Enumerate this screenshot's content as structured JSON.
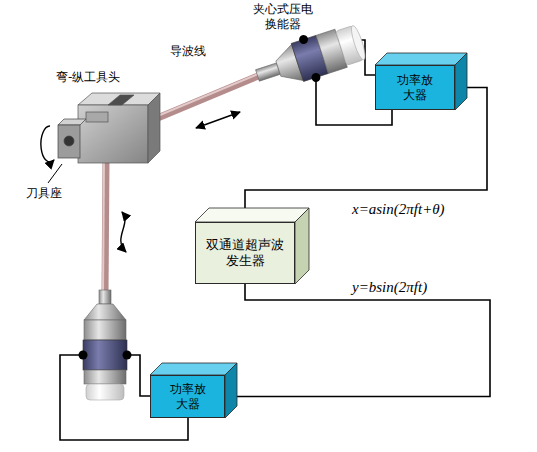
{
  "diagram": {
    "nodes": [
      {
        "text": [
          "功率放 大器"
        ]
      },
      {
        "text": [
          "双通道超声波 发生器"
        ]
      },
      {
        "text": [
          "功率放 大器"
        ]
      }
    ],
    "edges": [
      {
        "from": 1,
        "to": 0,
        "arrow": "none",
        "label": "x=asin(2πft+θ)"
      },
      {
        "from": 1,
        "to": 2,
        "arrow": "none",
        "label": "y=bsin(2πft)"
      }
    ],
    "labels": [
      "夹心式压电 换能器",
      "导波线",
      "弯-纵工具头",
      "刀具座"
    ]
  }
}
